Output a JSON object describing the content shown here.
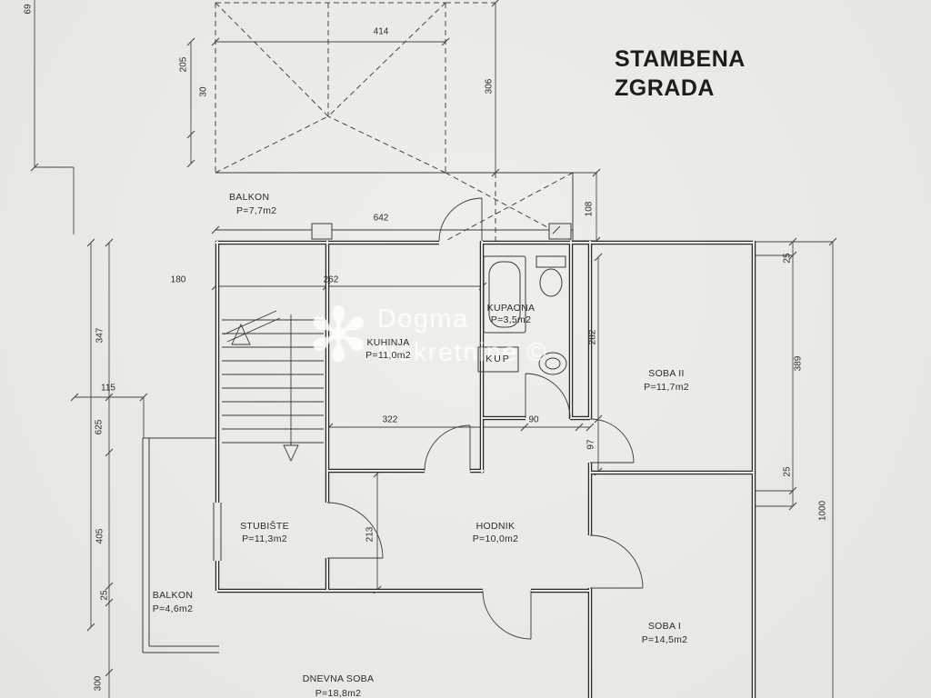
{
  "colors": {
    "paper": "#ebe9e5",
    "ink": "#3a3a3a"
  },
  "title": {
    "line1": "STAMBENA",
    "line2": "ZGRADA"
  },
  "watermark": {
    "flower": "✻",
    "line1": "Dogma",
    "line2": "Nekretnine ©"
  },
  "rooms": {
    "balkon_top": {
      "name": "BALKON",
      "area": "P=7,7m2"
    },
    "kuhinja": {
      "name": "KUHINJA",
      "area": "P=11,0m2"
    },
    "kupaona": {
      "name": "KUPAONA",
      "area": "P=3,5m2"
    },
    "kup_shaft": {
      "name": "KUP"
    },
    "soba2": {
      "name": "SOBA II",
      "area": "P=11,7m2"
    },
    "stubiste": {
      "name": "STUBIŠTE",
      "area": "P=11,3m2"
    },
    "hodnik": {
      "name": "HODNIK",
      "area": "P=10,0m2"
    },
    "balkon_left": {
      "name": "BALKON",
      "area": "P=4,6m2"
    },
    "soba1": {
      "name": "SOBA I",
      "area": "P=14,5m2"
    },
    "dnevna_soba": {
      "name": "DNEVNA SOBA",
      "area": "P=18,8m2"
    }
  },
  "dimensions": {
    "d69": "69",
    "d414": "414",
    "d205": "205",
    "d30": "30",
    "d306": "306",
    "d642": "642",
    "d108": "108",
    "d180": "180",
    "d262": "262",
    "d347": "347",
    "d115": "115",
    "d625": "625",
    "d282": "282",
    "d389": "389",
    "d322": "322",
    "d90": "90",
    "d97": "97",
    "d213": "213",
    "d405": "405",
    "d1000": "1000",
    "d25_right_top": "25",
    "d25_right_bottom": "25",
    "d25_left": "25",
    "d300": "300"
  }
}
